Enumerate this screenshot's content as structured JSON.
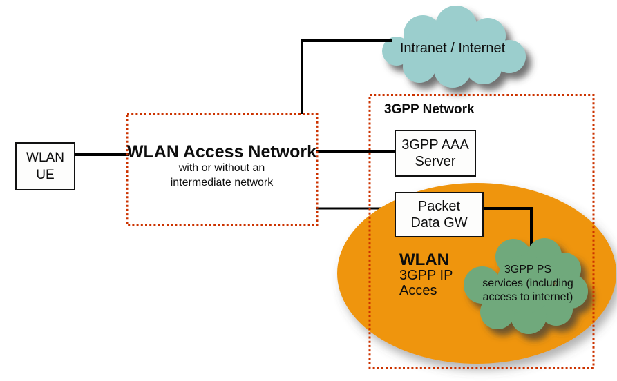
{
  "nodes": {
    "wlan_ue": {
      "line1": "WLAN",
      "line2": "UE"
    },
    "wlan_access_network": {
      "title": "WLAN Access Network",
      "subtitle1": "with or without an",
      "subtitle2": "intermediate network"
    },
    "intranet_cloud": {
      "label": "Intranet / Internet"
    },
    "gpp_network": {
      "title": "3GPP Network"
    },
    "aaa_server": {
      "line1": "3GPP AAA",
      "line2": "Server"
    },
    "packet_data_gw": {
      "line1": "Packet",
      "line2": "Data GW"
    },
    "wlan_3gpp_ip_access": {
      "line1": "WLAN",
      "line2": "3GPP IP",
      "line3": "Acces"
    },
    "ps_services_cloud": {
      "line1": "3GPP PS",
      "line2": "services (including",
      "line3": "access to internet)"
    }
  },
  "colors": {
    "dotted_border": "#cc3300",
    "intranet_cloud_fill": "#9bcecd",
    "orange_ellipse_fill": "#ef9508",
    "ps_cloud_fill": "#6fa97c",
    "connector_line": "#000000",
    "node_fill": "#fdfdfc",
    "node_border": "#111111"
  }
}
